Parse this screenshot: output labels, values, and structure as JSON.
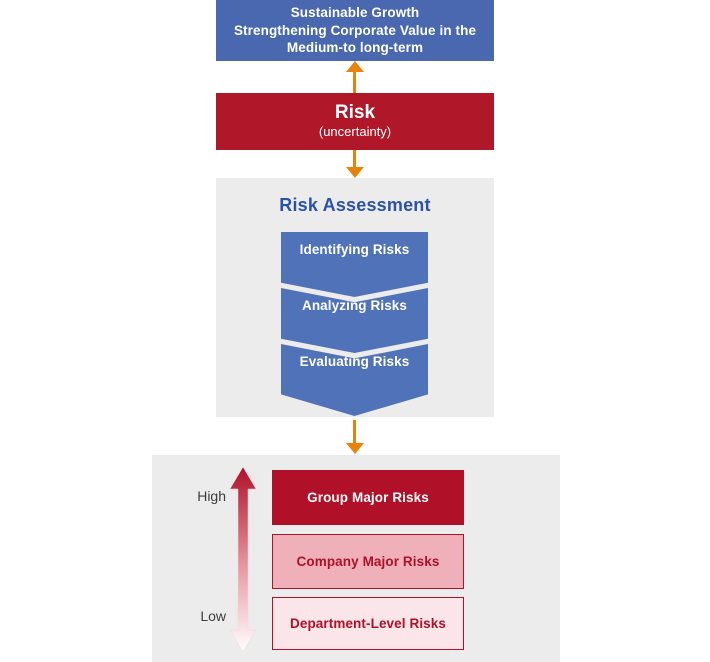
{
  "diagram": {
    "title": "Risk Management Framework Diagram",
    "goal": {
      "line1": "Sustainable Growth",
      "line2": "Strengthening Corporate Value in the",
      "line3": "Medium-to long-term",
      "bg_color": "#4a68b0",
      "text_color": "#ffffff"
    },
    "risk": {
      "title": "Risk",
      "subtitle": "(uncertainty)",
      "bg_color": "#b01829",
      "text_color": "#ffffff"
    },
    "assessment": {
      "title": "Risk Assessment",
      "title_color": "#2b52a8",
      "panel_color": "#ececec",
      "chevron_color": "#5072b8",
      "steps": [
        {
          "label": "Identifying Risks"
        },
        {
          "label": "Analyzing Risks"
        },
        {
          "label": "Evaluating Risks"
        }
      ]
    },
    "tiers": {
      "panel_color": "#ececec",
      "axis_high_label": "High",
      "axis_low_label": "Low",
      "axis_gradient_top": "#b01028",
      "axis_gradient_bottom": "#ffffff",
      "items": [
        {
          "label": "Group Major Risks",
          "bg_color": "#b01028",
          "text_color": "#ffffff",
          "border_color": "#b01028"
        },
        {
          "label": "Company Major Risks",
          "bg_color": "#f0b0b9",
          "text_color": "#b01028",
          "border_color": "#b01028"
        },
        {
          "label": "Department-Level Risks",
          "bg_color": "#fae5e8",
          "text_color": "#b01028",
          "border_color": "#b01028"
        }
      ]
    },
    "connectors": {
      "color": "#e8820a",
      "items": [
        {
          "name": "risk-to-goal-arrow",
          "direction": "up"
        },
        {
          "name": "risk-to-assessment-arrow",
          "direction": "down"
        },
        {
          "name": "assessment-to-tiers-arrow",
          "direction": "down"
        }
      ]
    }
  }
}
